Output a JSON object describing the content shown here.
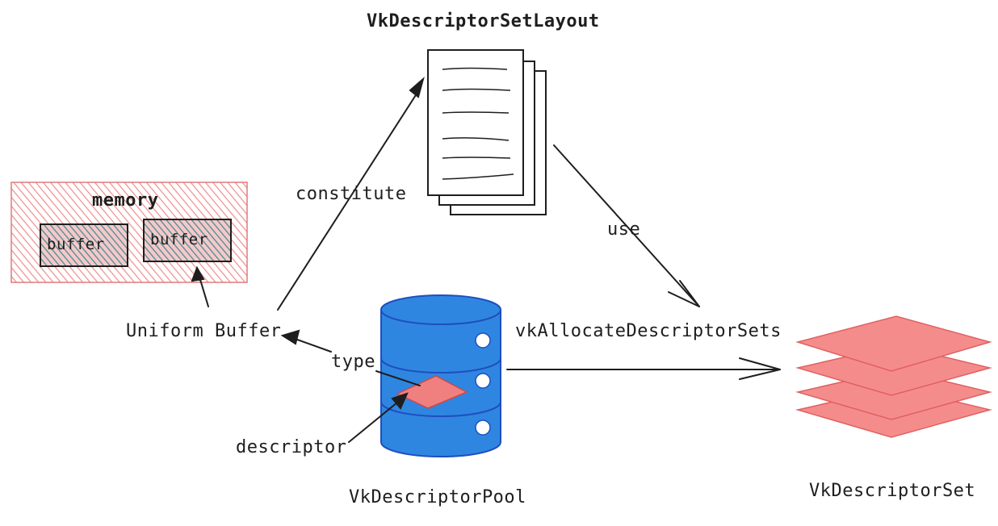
{
  "labels": {
    "layout": "VkDescriptorSetLayout",
    "memory": "memory",
    "buffer_1": "buffer",
    "buffer_2": "buffer",
    "constitute": "constitute",
    "use": "use",
    "uniform_buffer": "Uniform Buffer",
    "type": "type",
    "descriptor": "descriptor",
    "allocate": "vkAllocateDescriptorSets",
    "pool": "VkDescriptorPool",
    "set": "VkDescriptorSet"
  },
  "colors": {
    "memory_fill": "#f08c8c",
    "buffer_fill": "#5a8f9a",
    "pool_fill": "#2f86e0",
    "pool_stroke": "#1e4fc0",
    "descriptor_fill": "#f08080",
    "set_fill": "#f58c8c",
    "set_stroke": "#e06060",
    "stroke": "#1e1e1e"
  }
}
